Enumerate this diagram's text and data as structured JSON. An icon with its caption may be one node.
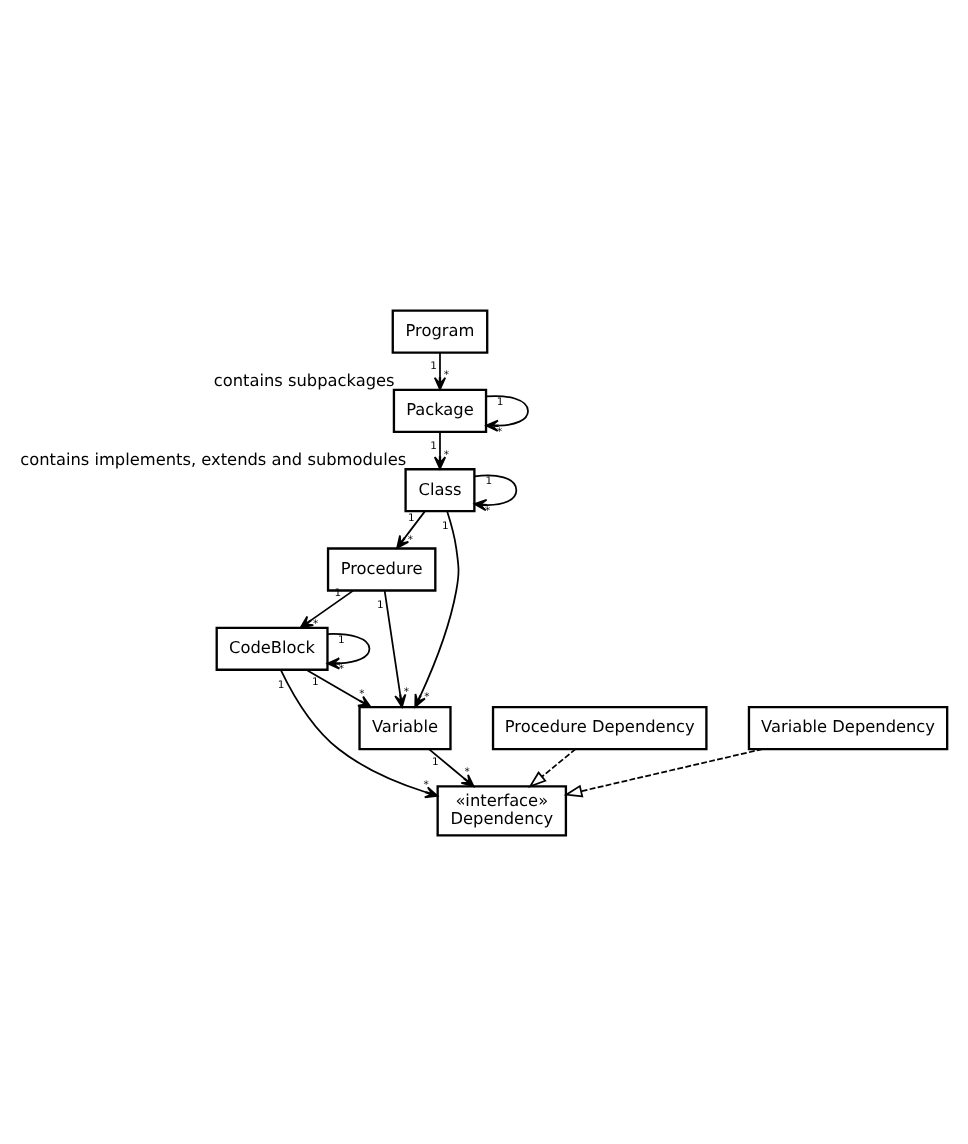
{
  "diagram": {
    "nodes": [
      {
        "text": [
          "Program"
        ]
      },
      {
        "text": [
          "Package"
        ],
        "beside": [
          "contains subpackages"
        ]
      },
      {
        "text": [
          "Class"
        ],
        "beside": [
          "contains implements, extends and submodules"
        ]
      },
      {
        "text": [
          "Procedure"
        ]
      },
      {
        "text": [
          "Variable"
        ]
      },
      {
        "text": [
          "CodeBlock"
        ]
      },
      {
        "text": [
          "«interface»",
          "Dependency"
        ]
      },
      {
        "text": [
          "Procedure Dependency"
        ]
      },
      {
        "text": [
          "Variable Dependency"
        ]
      }
    ],
    "edges": [
      {
        "from": 0,
        "to": 1,
        "arrow": "to"
      },
      {
        "from": 1,
        "to": 1,
        "arrow": "to"
      },
      {
        "from": 1,
        "to": 2,
        "arrow": "to"
      },
      {
        "from": 2,
        "to": 2,
        "arrow": "to"
      },
      {
        "from": 2,
        "to": 4,
        "arrow": "to"
      },
      {
        "from": 2,
        "to": 3,
        "arrow": "to"
      },
      {
        "from": 3,
        "to": 4,
        "arrow": "to"
      },
      {
        "from": 3,
        "to": 5,
        "arrow": "to"
      },
      {
        "from": 5,
        "to": 5,
        "arrow": "to"
      },
      {
        "from": 5,
        "to": 4,
        "arrow": "to"
      },
      {
        "from": 5,
        "to": 6,
        "arrow": "to"
      },
      {
        "from": 4,
        "to": 6,
        "arrow": "to"
      },
      {
        "from": 7,
        "to": 6,
        "arrow": "to",
        "style": "dashed"
      },
      {
        "from": 8,
        "to": 6,
        "arrow": "to",
        "style": "dashed"
      }
    ],
    "labels": [
      "1",
      "*",
      "1",
      "*",
      "1",
      "*",
      "1",
      "*",
      "1",
      "*",
      "1",
      "*",
      "1",
      "*",
      "1",
      "*",
      "1",
      "*",
      "1",
      "*",
      "1",
      "*",
      "1",
      "*"
    ]
  }
}
